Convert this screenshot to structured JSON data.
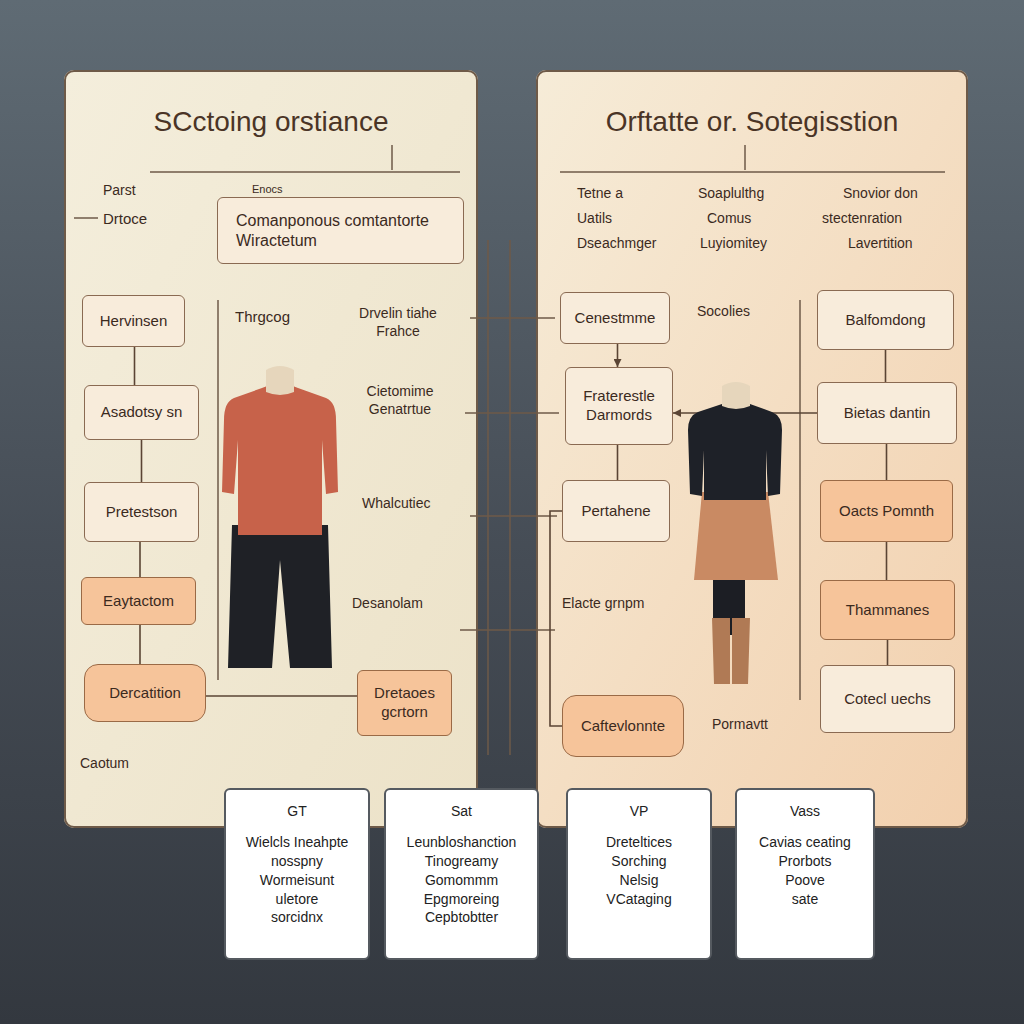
{
  "diagram": {
    "nodes": [
      {
        "text": [
          "SCctoing orstiance"
        ]
      },
      {
        "text": [
          "Comanponous comtantorte Wiractetum"
        ],
        "in": 0
      },
      {
        "text": [
          "Hervinsen"
        ],
        "in": 0
      },
      {
        "text": [
          "Asadotsy sn"
        ],
        "in": 0
      },
      {
        "text": [
          "Pretestson"
        ],
        "in": 0
      },
      {
        "text": [
          "Eaytactom"
        ],
        "in": 0
      },
      {
        "text": [
          "Dercatition"
        ],
        "in": 0
      },
      {
        "text": [
          "Dretaoes gcrtorn"
        ],
        "in": 0
      },
      {
        "text": [
          "Orftatte or. Sotegisstion"
        ]
      },
      {
        "text": [
          "Cenestmme"
        ],
        "in": 8
      },
      {
        "text": [
          "Balfomdong"
        ],
        "in": 8
      },
      {
        "text": [
          "Fraterestle Darmords"
        ],
        "in": 8
      },
      {
        "text": [
          "Bietas dantin"
        ],
        "in": 8
      },
      {
        "text": [
          "Pertahene"
        ],
        "in": 8
      },
      {
        "text": [
          "Oacts Pomnth"
        ],
        "in": 8
      },
      {
        "text": [
          "Thammanes"
        ],
        "in": 8
      },
      {
        "text": [
          "Cotecl uechs"
        ],
        "in": 8
      },
      {
        "text": [
          "Caftevlonnte"
        ],
        "in": 8
      },
      {
        "text": [
          "GT",
          "Wielcls Ineahpte",
          "nosspny",
          "Wormeisunt",
          "uletore",
          "sorcidnx"
        ]
      },
      {
        "text": [
          "Sat",
          "Leunbloshanction",
          "Tinogreamy",
          "Gomommm",
          "Epgmoreing",
          "Cepbtobtter"
        ]
      },
      {
        "text": [
          "VP",
          "Dreteltices",
          "Sorching",
          "Nelsig",
          "VCataging"
        ]
      },
      {
        "text": [
          "Vass",
          "Cavias ceating",
          "Prorbots",
          "Poove",
          "sate"
        ]
      }
    ],
    "edges": [
      {
        "from": 2,
        "to": 3,
        "arrow": "none"
      },
      {
        "from": 3,
        "to": 4,
        "arrow": "none"
      },
      {
        "from": 4,
        "to": 5,
        "arrow": "none"
      },
      {
        "from": 5,
        "to": 6,
        "arrow": "none"
      },
      {
        "from": 6,
        "to": 7,
        "arrow": "none"
      },
      {
        "from": 9,
        "to": 11,
        "arrow": "to"
      },
      {
        "from": 12,
        "to": 11,
        "arrow": "to"
      },
      {
        "from": 11,
        "to": 13,
        "arrow": "none"
      },
      {
        "from": 13,
        "to": 17,
        "arrow": "none"
      },
      {
        "from": 10,
        "to": 12,
        "arrow": "none"
      },
      {
        "from": 12,
        "to": 14,
        "arrow": "none"
      },
      {
        "from": 14,
        "to": 15,
        "arrow": "none"
      },
      {
        "from": 15,
        "to": 16,
        "arrow": "none"
      }
    ],
    "labels": [
      "Parst",
      "Enocs",
      "Drtoce",
      "Thrgcog",
      "Drvelin tiahe Frahce",
      "Cietomime Genatrtue",
      "Whalcutiec",
      "Desanolam",
      "Caotum",
      "Tetne a",
      "Uatils",
      "Dseachmger",
      "Soaplulthg",
      "Comus",
      "Luyiomitey",
      "Snovior don",
      "stectenration",
      "Lavertition",
      "Socolies",
      "Elacte grnpm",
      "Pormavtt"
    ]
  }
}
